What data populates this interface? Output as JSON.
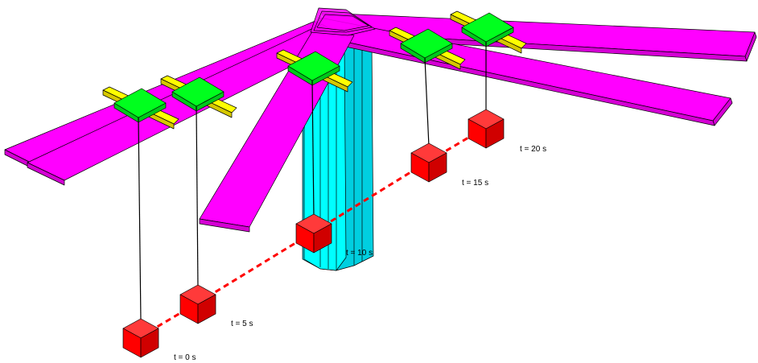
{
  "colors": {
    "boom": "#ff00ff",
    "boom_side": "#d400d4",
    "trolley": "#00ff1e",
    "trolley_side": "#00c81a",
    "axle": "#ffff00",
    "axle_side": "#d6c800",
    "tower": "#00ffff",
    "tower_side": "#00cfe0",
    "load_front": "#ff0000",
    "load_top": "#ff3a3a",
    "load_side": "#d00000",
    "trajectory": "#ff0000",
    "cable": "#000000"
  },
  "snapshots": [
    {
      "label": "t = 0 s"
    },
    {
      "label": "t = 5 s"
    },
    {
      "label": "t = 10 s"
    },
    {
      "label": "t = 15 s"
    },
    {
      "label": "t = 20 s"
    }
  ]
}
